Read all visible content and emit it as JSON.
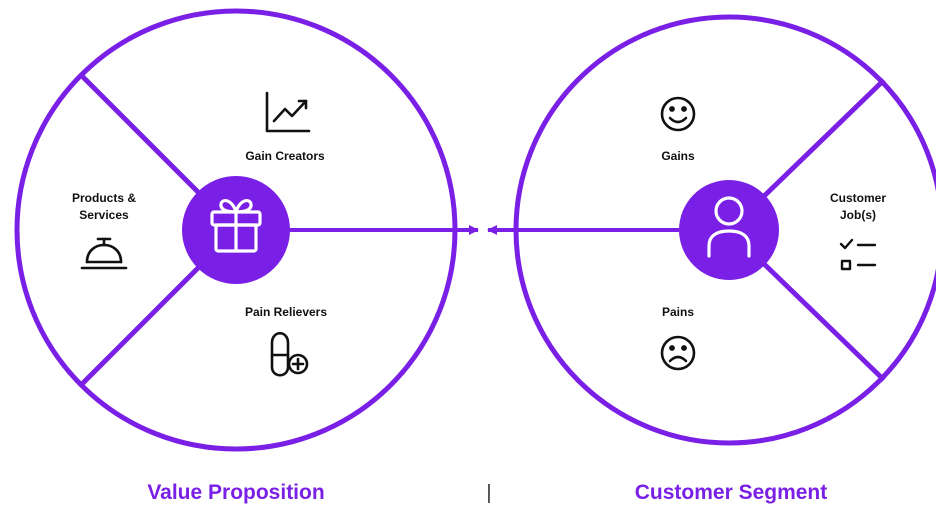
{
  "colors": {
    "accent": "#7a1fe6",
    "text": "#111111",
    "background": "#ffffff"
  },
  "value_proposition": {
    "title": "Value Proposition",
    "center_icon": "gift-icon",
    "segments": {
      "products_services": {
        "label_line1": "Products &",
        "label_line2": "Services",
        "icon": "service-bell-icon"
      },
      "gain_creators": {
        "label": "Gain Creators",
        "icon": "trending-chart-icon"
      },
      "pain_relievers": {
        "label": "Pain Relievers",
        "icon": "pill-icon"
      }
    }
  },
  "customer_segment": {
    "title": "Customer Segment",
    "center_icon": "user-icon",
    "segments": {
      "gains": {
        "label": "Gains",
        "icon": "smile-icon"
      },
      "pains": {
        "label": "Pains",
        "icon": "sad-face-icon"
      },
      "customer_jobs": {
        "label_line1": "Customer",
        "label_line2": "Job(s)",
        "icon": "checklist-icon"
      }
    }
  },
  "divider": "|"
}
